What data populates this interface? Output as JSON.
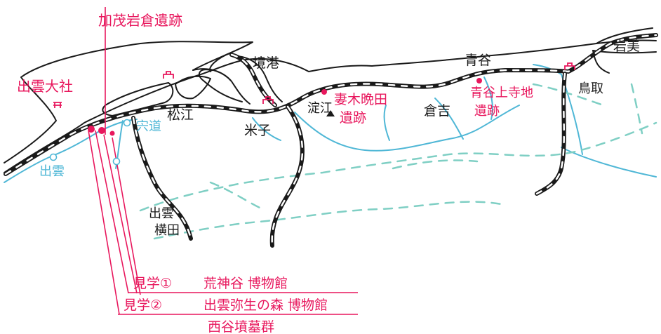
{
  "colors": {
    "red": "#e8175d",
    "blue": "#4fb7d6",
    "teal": "#7fcfc4",
    "black": "#1a1a1a"
  },
  "icons": {
    "shrine": "shrine-icon",
    "peak": "mountain-peak-icon",
    "site": "red-dot-marker-icon",
    "station": "blue-circle-station-icon"
  },
  "labels": {
    "kamoiwakura": "加茂岩倉遺跡",
    "izumo_taisha": "出雲大社",
    "sakaiminato": "境港",
    "aoya": "青谷",
    "iwami": "岩美",
    "matsue": "松江",
    "shinji": "宍道",
    "yonago": "米子",
    "yodoe": "淀江",
    "mukibanda_1": "妻木晩田",
    "mukibanda_2": "遺跡",
    "kurayoshi": "倉吉",
    "aoya_kamijichi_1": "青谷上寺地",
    "aoya_kamijichi_2": "遺跡",
    "tottori": "鳥取",
    "izumo": "出雲",
    "izumo_yokota_1": "出雲",
    "izumo_yokota_2": "横田"
  },
  "visits": [
    {
      "tag": "見学①",
      "name": "荒神谷 博物館"
    },
    {
      "tag": "見学②",
      "name": "出雲弥生の森 博物館"
    }
  ],
  "nishidani": "西谷墳墓群"
}
